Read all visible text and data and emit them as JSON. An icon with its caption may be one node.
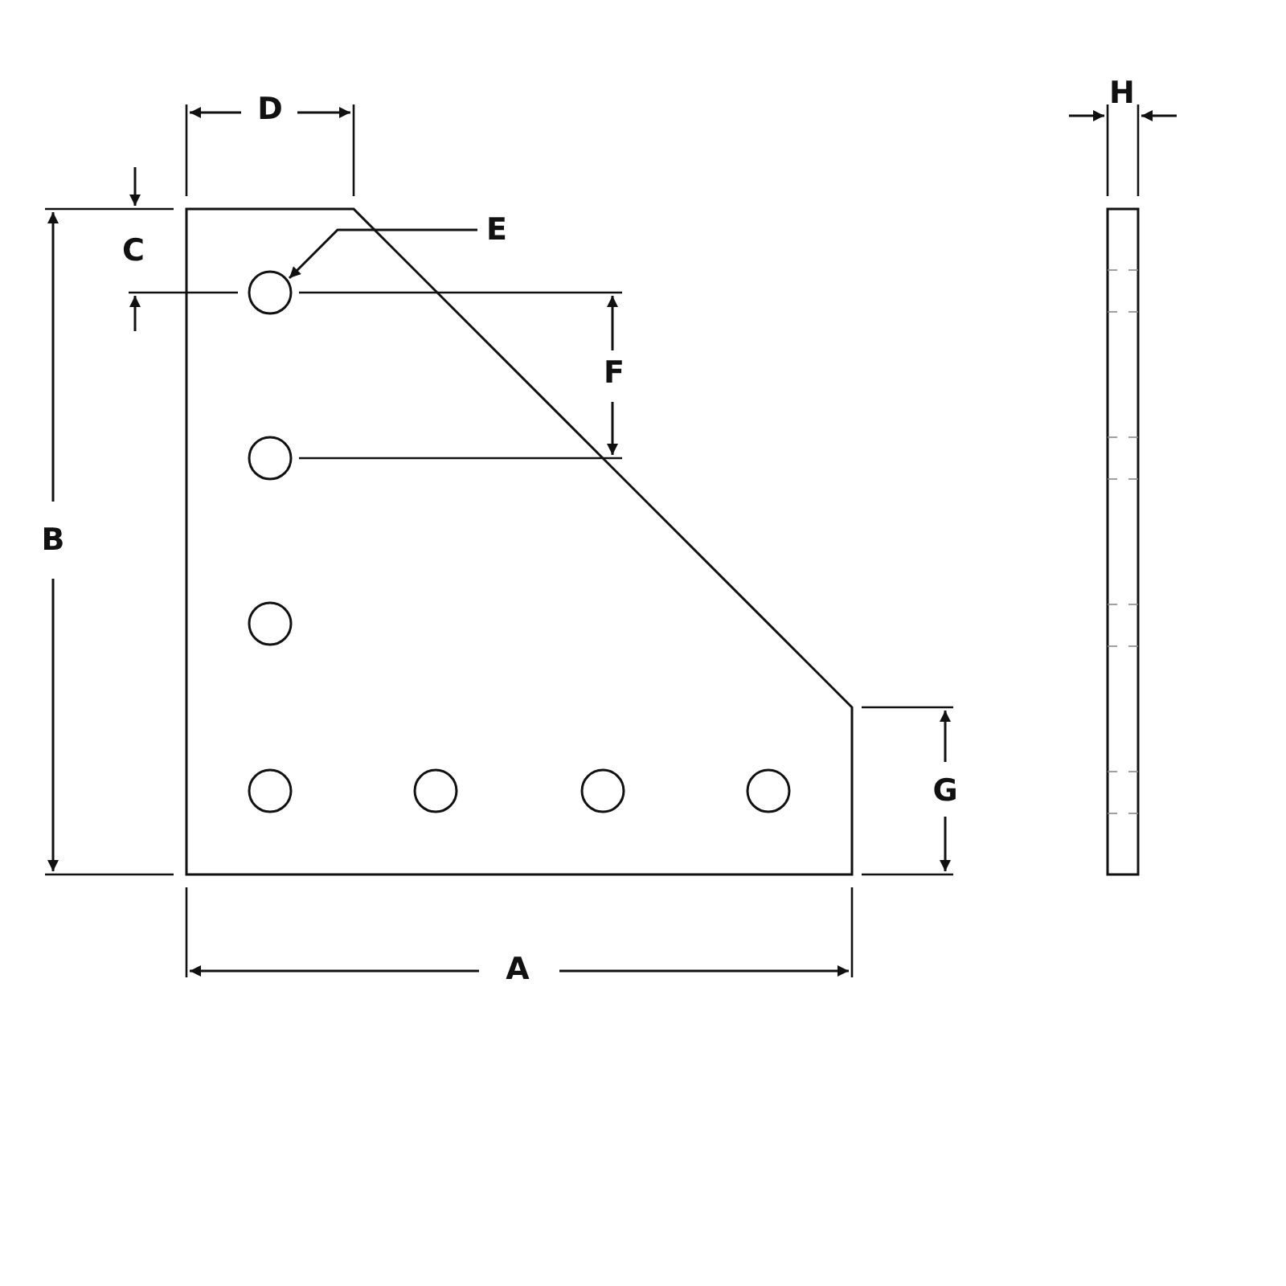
{
  "diagram": {
    "nodes": [
      {
        "text": [
          "E"
        ]
      },
      {
        "text": [],
        "shape": "circle"
      }
    ],
    "edges": [
      {
        "from": 0,
        "to": 1,
        "arrow": "to"
      }
    ],
    "labels": [
      "H",
      "D",
      "C",
      "F",
      "B",
      "G",
      "A"
    ]
  }
}
